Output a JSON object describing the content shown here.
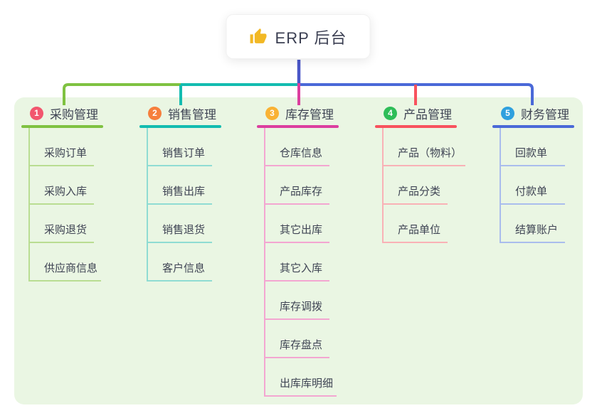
{
  "root": {
    "label": "ERP 后台",
    "icon": "thumbs-up-icon",
    "stem_color": "#4a57c8"
  },
  "colors": {
    "panel_background": "#eaf6e3",
    "canvas_background": "#ffffff",
    "text": "#3f4454"
  },
  "branches": [
    {
      "number": "1",
      "label": "采购管理",
      "colors": {
        "badge": "#f2566e",
        "main": "#7fc241",
        "light": "#b9dd92"
      },
      "items": [
        "采购订单",
        "采购入库",
        "采购退货",
        "供应商信息"
      ]
    },
    {
      "number": "2",
      "label": "销售管理",
      "colors": {
        "badge": "#f67f3d",
        "main": "#13bcb0",
        "light": "#8fdcd3"
      },
      "items": [
        "销售订单",
        "销售出库",
        "销售退货",
        "客户信息"
      ]
    },
    {
      "number": "3",
      "label": "库存管理",
      "colors": {
        "badge": "#f9b234",
        "main": "#dc3f9f",
        "light": "#f3a6d1"
      },
      "items": [
        "仓库信息",
        "产品库存",
        "其它出库",
        "其它入库",
        "库存调拨",
        "库存盘点",
        "出库库明细"
      ]
    },
    {
      "number": "4",
      "label": "产品管理",
      "colors": {
        "badge": "#2ebd58",
        "main": "#f8525e",
        "light": "#f9b1b6"
      },
      "items": [
        "产品（物料）",
        "产品分类",
        "产品单位"
      ]
    },
    {
      "number": "5",
      "label": "财务管理",
      "colors": {
        "badge": "#2fa0de",
        "main": "#4a69d8",
        "light": "#aabded"
      },
      "items": [
        "回款单",
        "付款单",
        "结算账户"
      ]
    }
  ]
}
